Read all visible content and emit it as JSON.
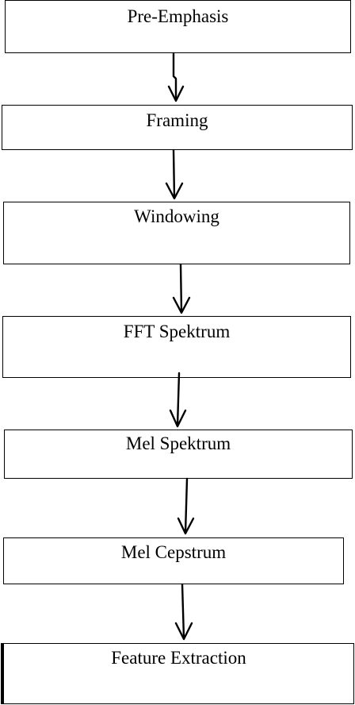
{
  "diagram": {
    "steps": [
      {
        "label": "Pre-Emphasis"
      },
      {
        "label": "Framing"
      },
      {
        "label": "Windowing"
      },
      {
        "label": "FFT Spektrum"
      },
      {
        "label": "Mel Spektrum"
      },
      {
        "label": "Mel Cepstrum"
      },
      {
        "label": "Feature Extraction"
      }
    ],
    "colors": {
      "stroke": "#000000",
      "background": "#ffffff"
    }
  }
}
